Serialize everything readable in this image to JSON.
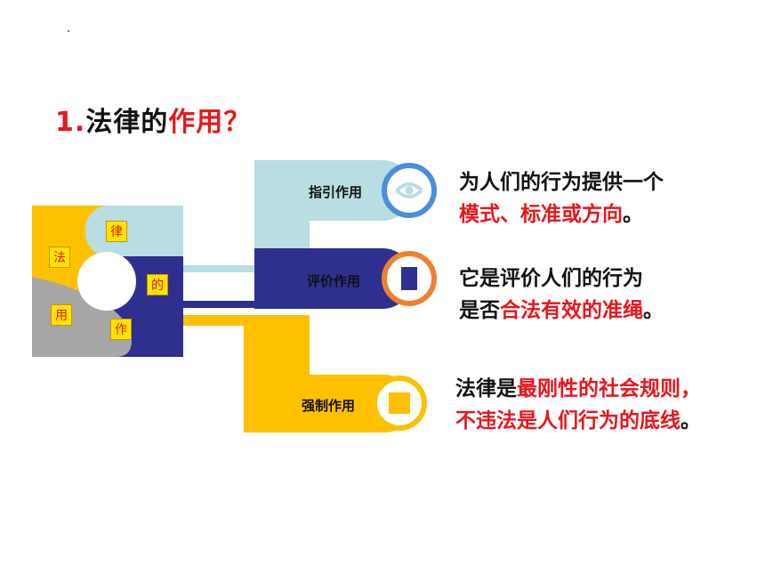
{
  "title": {
    "num": "1.",
    "black": "法律的",
    "red": "作用？"
  },
  "puzzle": {
    "chars": [
      "律",
      "法",
      "的",
      "用",
      "作"
    ]
  },
  "branches": [
    {
      "label": "指引作用",
      "icon": "eye-icon"
    },
    {
      "label": "评价作用",
      "icon": "bar-icon"
    },
    {
      "label": "强制作用",
      "icon": "square-icon"
    }
  ],
  "descriptions": {
    "guide": {
      "line1": "为人们的行为提供一个",
      "line2_red": "模式、标准或方向",
      "line2_end": "。"
    },
    "evaluate": {
      "line1": "它是评价人们的行为",
      "line2_start": "是否",
      "line2_red": "合法有效的准绳",
      "line2_end": "。"
    },
    "enforce": {
      "line1_start": "法律是",
      "line1_red": "最刚性的社会规则，",
      "line2_red": "不违法是人们行为的底线",
      "line2_end": "。"
    }
  },
  "colors": {
    "lightblue": "#b8dde2",
    "navy": "#2e2f8f",
    "gold": "#ffc000",
    "gray": "#a6a6a6",
    "orange": "#f08030",
    "blue_ring": "#4a8fdc",
    "red": "#e8161b"
  }
}
